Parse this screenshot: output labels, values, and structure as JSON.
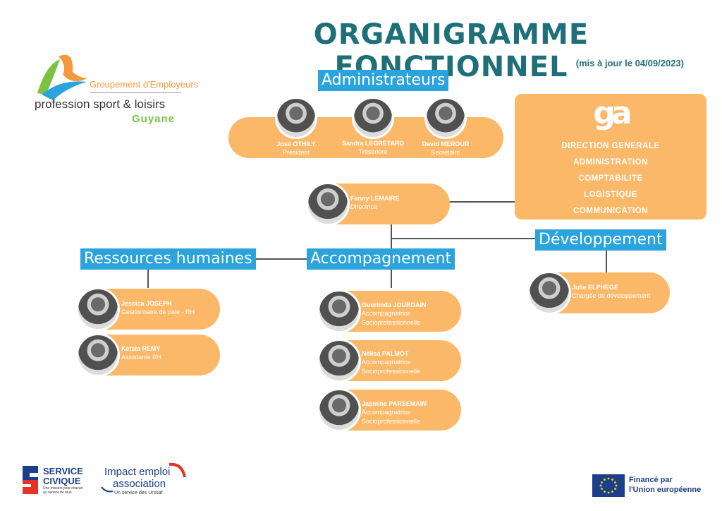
{
  "header": {
    "title": "ORGANIGRAMME FONCTIONNEL",
    "subtitle": "(mis à jour le 04/09/2023)"
  },
  "logo": {
    "line1": "Groupement d'Employeurs",
    "line2": "profession sport & loisirs",
    "line3": "Guyane"
  },
  "admins": {
    "label": "Administrateurs",
    "people": [
      {
        "name": "José OTHILY",
        "role": "Président"
      },
      {
        "name": "Sandra LEGRETARD",
        "role": "Trésorière"
      },
      {
        "name": "David MEROUR",
        "role": "Secrétaire"
      }
    ]
  },
  "direction": {
    "logo_text": "ga",
    "items": [
      "DIRECTION GENERALE",
      "ADMINISTRATION",
      "COMPTABILITE",
      "LOGISTIQUE",
      "COMMUNICATION"
    ]
  },
  "director": {
    "name": "Fanny LEMAIRE",
    "role": "Directrice"
  },
  "rh": {
    "label": "Ressources humaines",
    "people": [
      {
        "name": "Jessica JOSEPH",
        "role": "Gestionnaire de paie - RH"
      },
      {
        "name": "Ketsia REMY",
        "role": "Assistante RH"
      }
    ]
  },
  "accompagnement": {
    "label": "Accompagnement",
    "people": [
      {
        "name": "Guerlinda JOURDAIN",
        "role1": "Accompagnatrice",
        "role2": "Socioprofessionnelle"
      },
      {
        "name": "Nélisa PALMOT",
        "role1": "Accompagnatrice",
        "role2": "Socioprofessionnelle"
      },
      {
        "name": "Jasmine PARSEMAIN",
        "role1": "Accompagnatrice",
        "role2": "Socioprofessionnelle"
      }
    ]
  },
  "developpement": {
    "label": "Développement",
    "people": [
      {
        "name": "Julie ELPHEGE",
        "role": "Chargée de développement"
      }
    ]
  },
  "footer": {
    "service_civique": {
      "line1": "SERVICE",
      "line2": "CIVIQUE",
      "tagline1": "Une mission pour chacun",
      "tagline2": "au service de tous"
    },
    "impact": {
      "line1": "Impact emploi",
      "line2": "association",
      "tagline": "Un service des Urssaf"
    },
    "eu": {
      "line1": "Financé par",
      "line2": "l'Union européenne"
    }
  },
  "colors": {
    "teal": "#1f6f78",
    "orange": "#fbb868",
    "blue_label": "#2ba3dc"
  }
}
